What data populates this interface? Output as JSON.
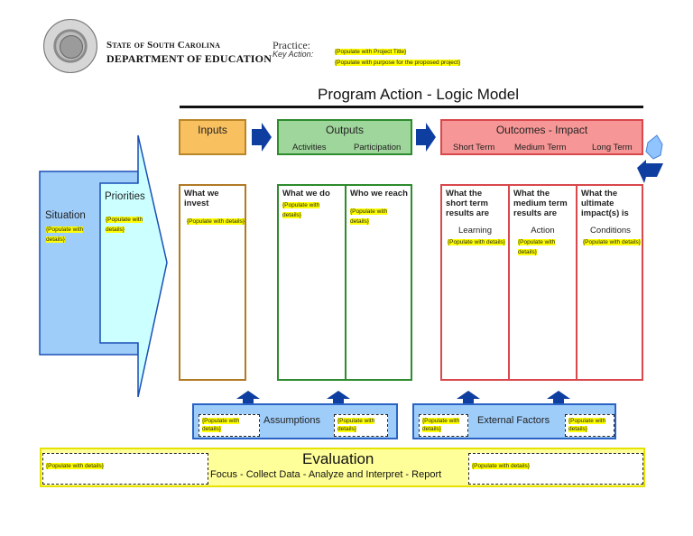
{
  "header": {
    "agency_line1": "State of South Carolina",
    "agency_line2": "DEPARTMENT OF EDUCATION",
    "seal_icon": "south-carolina-education-seal",
    "practice_label": "Practice:",
    "practice_value": "{Populate with Project Title}",
    "key_action_label": "Key Action:",
    "key_action_value": "{Populate with purpose for the proposed project}"
  },
  "diagram": {
    "title": "Program Action - Logic Model",
    "situation": {
      "label": "Situation",
      "details": "{Populate with details}"
    },
    "priorities": {
      "label": "Priorities",
      "details": "{Populate with details}"
    },
    "inputs": {
      "header": "Inputs",
      "question": "What we invest",
      "details": "{Populate with details}"
    },
    "outputs": {
      "header": "Outputs",
      "sub_labels": [
        "Activities",
        "Participation"
      ],
      "columns": [
        {
          "question": "What we do",
          "details": "{Populate with details}"
        },
        {
          "question": "Who we reach",
          "details": "{Populate with details}"
        }
      ]
    },
    "outcomes": {
      "header": "Outcomes - Impact",
      "sub_labels": [
        "Short Term",
        "Medium Term",
        "Long Term"
      ],
      "columns": [
        {
          "question": "What the short term results are",
          "category": "Learning",
          "details": "{Populate with details}"
        },
        {
          "question": "What the medium term results are",
          "category": "Action",
          "details": "{Populate with details}"
        },
        {
          "question": "What the ultimate impact(s) is",
          "category": "Conditions",
          "details": "{Populate with details}"
        }
      ]
    },
    "assumptions": {
      "label": "Assumptions",
      "left_details": "{Populate with details}",
      "right_details": "{Populate with details}"
    },
    "external_factors": {
      "label": "External Factors",
      "left_details": "{Populate with details}",
      "right_details": "{Populate with details}"
    },
    "evaluation": {
      "title": "Evaluation",
      "subtitle": "Focus - Collect Data - Analyze and Interpret - Report",
      "left_details": "{Populate with details}",
      "right_details": "{Populate with details}"
    }
  },
  "colors": {
    "inputs_fill": "#f9c060",
    "outputs_fill": "#9fd69b",
    "outcomes_fill": "#f79696",
    "arrow_blue": "#0d3ea0",
    "panel_blue": "#9fcdfa",
    "situation_blue": "#9fcdfa",
    "priorities_cyan": "#ccffff",
    "evaluation_yellow": "#ffff99",
    "highlight": "#ffff00"
  }
}
